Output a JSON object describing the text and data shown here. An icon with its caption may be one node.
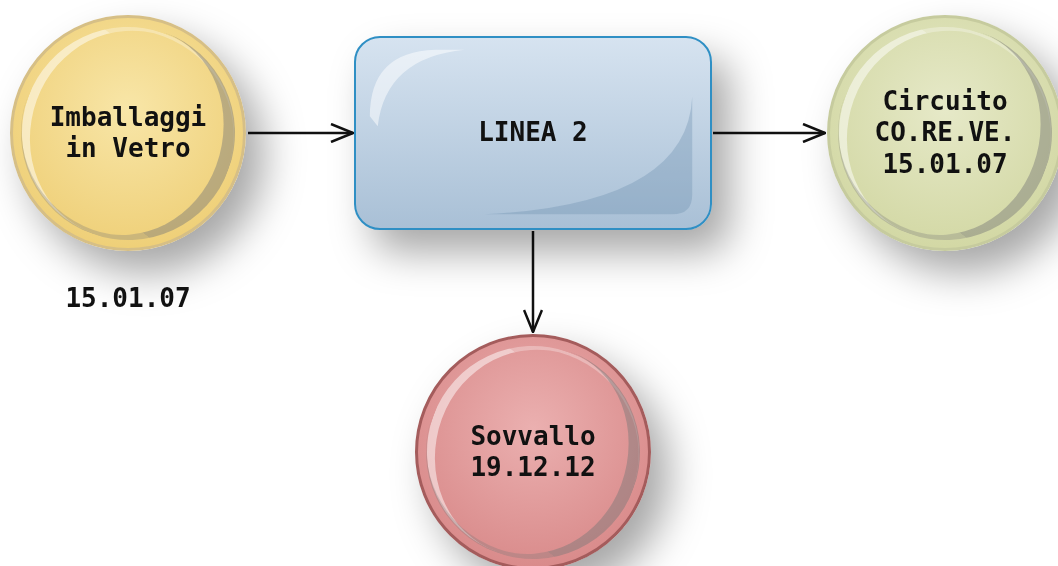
{
  "diagram": {
    "nodes": [
      {
        "text": [
          "Imballaggi in Vetro"
        ],
        "beside": [
          "15.01.07"
        ]
      },
      {
        "text": [
          "LINEA 2"
        ]
      },
      {
        "text": [
          "Circuito CO.RE.VE. 15.01.07"
        ]
      },
      {
        "text": [
          "Sovvallo 19.12.12"
        ]
      }
    ],
    "edges": [
      {
        "from": 0,
        "to": 1,
        "arrow": "to"
      },
      {
        "from": 1,
        "to": 2,
        "arrow": "to"
      },
      {
        "from": 1,
        "to": 3,
        "arrow": "to"
      }
    ]
  }
}
